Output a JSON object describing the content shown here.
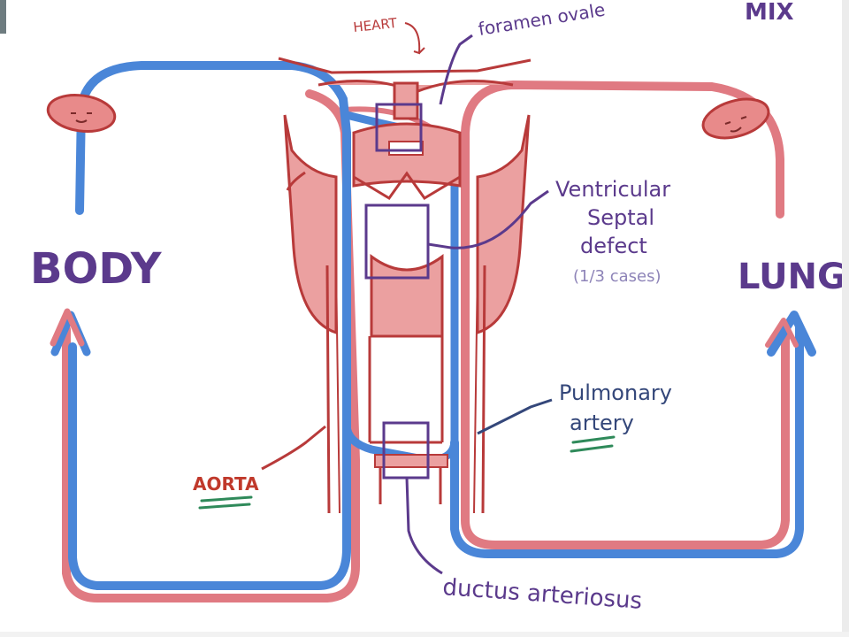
{
  "labels": {
    "heart": "HEART",
    "foramen_ovale": "foramen ovale",
    "mix": "MIX",
    "body": "BODY",
    "lungs": "LUNGS",
    "vsd_line1": "Ventricular",
    "vsd_line2": "Septal",
    "vsd_line3": "defect",
    "vsd_note": "(1/3 cases)",
    "pulmonary_line1": "Pulmonary",
    "pulmonary_line2": "artery",
    "aorta": "AORTA",
    "ductus": "ductus arteriosus"
  },
  "colors": {
    "red_vessel": "#e07a82",
    "blue_vessel": "#4a86d8",
    "heart_outline": "#b83a3a",
    "heart_fill": "#eba0a0",
    "purple": "#5b3a8c",
    "green": "#2f8a5a",
    "aorta_label": "#c0392b"
  }
}
